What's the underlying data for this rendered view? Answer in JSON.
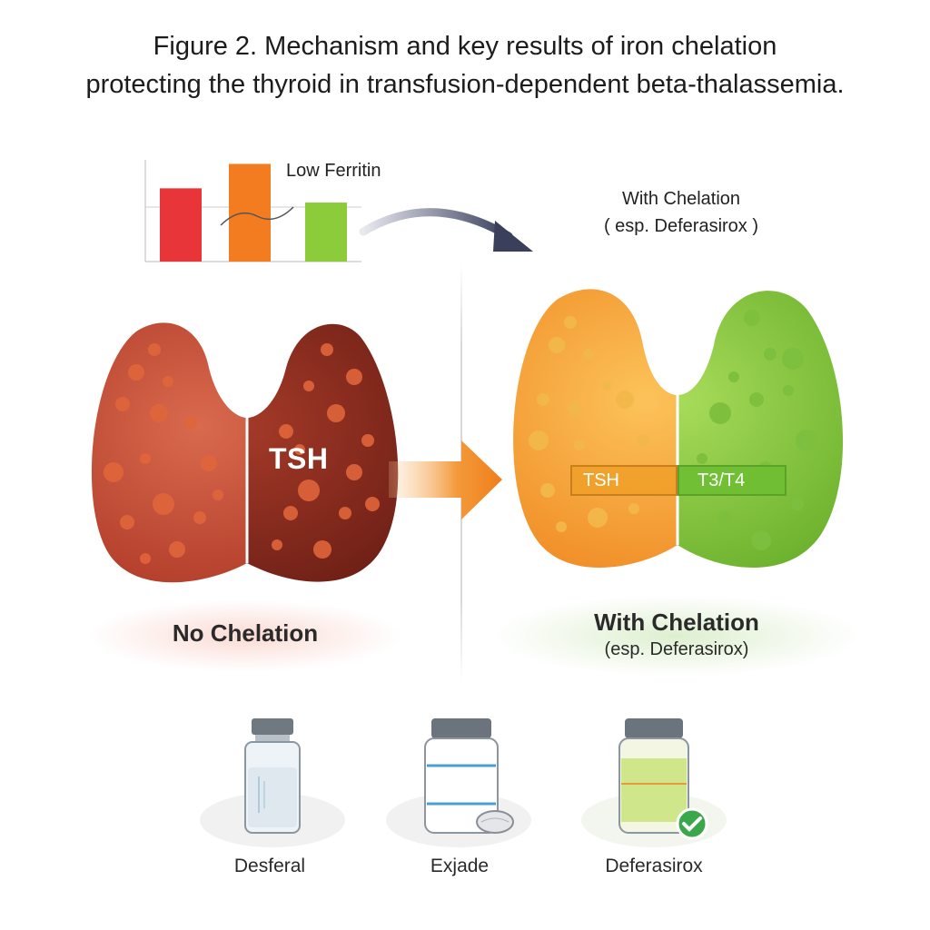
{
  "title": {
    "line1": "Figure 2. Mechanism and key results of iron chelation",
    "line2": "protecting the thyroid in transfusion-dependent beta-thalassemia."
  },
  "mini_chart": {
    "label": "Low Ferritin",
    "bar_colors": [
      "#e8353a",
      "#f47c20",
      "#8ccc3a"
    ],
    "bar_values": [
      0.72,
      0.96,
      0.58
    ]
  },
  "with_chelation_top": {
    "line1": "With Chelation",
    "line2": "( esp. Deferasirox )"
  },
  "left_gland": {
    "tsh_label": "TSH",
    "colors": {
      "left_lobe": "#c9503a",
      "right_lobe": "#9a2e22",
      "nodule": "#e0653a"
    }
  },
  "right_gland": {
    "tsh_bar_label": "TSH",
    "t3t4_bar_label": "T3/T4",
    "colors": {
      "left_lobe": "#f5a83a",
      "right_lobe": "#8cc83a"
    }
  },
  "captions": {
    "no_chelation": "No Chelation",
    "with_chelation": "With Chelation",
    "with_chelation_sub": "(esp. Deferasirox)"
  },
  "drugs": [
    {
      "name": "Desferal",
      "icon": "vial-icon"
    },
    {
      "name": "Exjade",
      "icon": "jar-with-pill-icon"
    },
    {
      "name": "Deferasirox",
      "icon": "jar-with-check-icon"
    }
  ],
  "accent_colors": {
    "arrow_orange": "#f08a24",
    "arrow_navy": "#3a3f5c"
  }
}
